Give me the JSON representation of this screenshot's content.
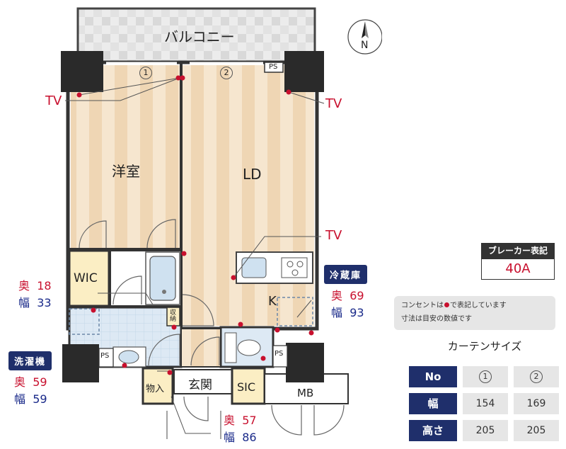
{
  "floorplan": {
    "balcony": "バルコニー",
    "compass_n": "N",
    "ps_top": "PS",
    "window_1": "1",
    "window_2": "2",
    "room_western": "洋室",
    "room_ld": "LD",
    "room_k": "K",
    "room_wic": "WIC",
    "storage_shuno": "収納",
    "ps_left": "PS",
    "ps_right": "PS",
    "room_monoire": "物入",
    "room_genkan": "玄関",
    "room_sic": "SIC",
    "room_mb": "MB",
    "tv_labels": [
      "TV",
      "TV",
      "TV"
    ]
  },
  "dimensions": {
    "wic": {
      "depth_label": "奥",
      "depth": "18",
      "width_label": "幅",
      "width": "33"
    },
    "fridge": {
      "title": "冷蔵庫",
      "depth_label": "奥",
      "depth": "69",
      "width_label": "幅",
      "width": "93"
    },
    "washer": {
      "title": "洗濯機",
      "depth_label": "奥",
      "depth": "59",
      "width_label": "幅",
      "width": "59"
    },
    "entrance": {
      "depth_label": "奥",
      "depth": "57",
      "width_label": "幅",
      "width": "86"
    }
  },
  "breaker": {
    "title": "ブレーカー表記",
    "value": "40A"
  },
  "notes": {
    "line1_a": "コンセントは",
    "line1_b": "で表記しています",
    "line2": "寸法は目安の数値です"
  },
  "curtain": {
    "title": "カーテンサイズ",
    "header_no": "No",
    "header_width": "幅",
    "header_height": "高さ",
    "col1": "1",
    "col2": "2",
    "width1": "154",
    "width2": "169",
    "height1": "205",
    "height2": "205"
  },
  "colors": {
    "outlet_red": "#c8102e",
    "navy": "#1f2f6b",
    "floor_stripe_a": "#f6e6cf",
    "floor_stripe_b": "#efd6b4",
    "tile_blue": "#d8e8f4",
    "storage_yellow": "#fbeec4",
    "pillar": "#2a2a2a"
  }
}
